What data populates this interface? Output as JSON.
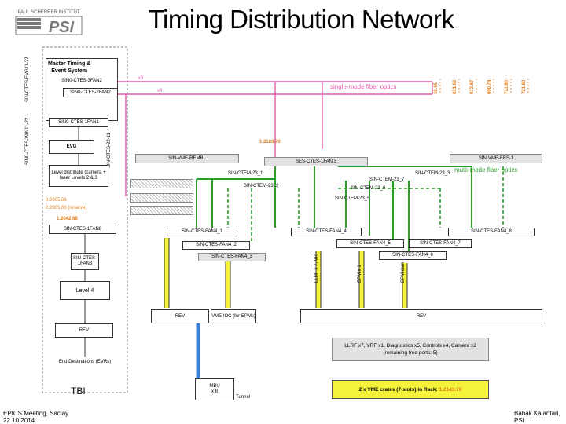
{
  "title": "Timing Distribution Network",
  "logo": {
    "line1": "PAUL SCHERRER INSTITUT",
    "mark": "PSI"
  },
  "footer": {
    "left_line1": "EPICS Meeting, Saclay",
    "left_line2": "22.10.2014",
    "right_line1": "Babak Kalantari,",
    "right_line2": "PSI"
  },
  "colors": {
    "pink": "#e05aa8",
    "green": "#2a9d2a",
    "yellow": "#f5f23a",
    "blue": "#3a7fd0",
    "orange": "#e07b1a"
  },
  "diagram": {
    "master_box": {
      "line1": "Master Timing &",
      "line2": "Event System"
    },
    "left_rotated": {
      "a": "SIN-CTES-EVG11-22",
      "b": "SIN0-CTES-VAN11-22",
      "c": "SIN-CTES-22-11"
    },
    "boxes": {
      "fan2_top": "SIN0-CTES-3FAN2",
      "fan2_b": "SIN0-CTES-2FAN2",
      "fan1": "SIN0-CTES-1FAN1",
      "evg": "EVG",
      "levels": "Level distribute (camera + laser Levels 2 & 3",
      "fan3": "SIN-CTES-1FAN3",
      "fanout_left": "SIN-CTES-1FAN8",
      "level4": "Level 4",
      "rev_left": "REV",
      "end_dest": "End Destinations (EVRs)",
      "vmsm": "SIN-VME-REMBL",
      "ses_fan3": "SES-CTES-1FAN 3",
      "vme_right": "SIN-VME-EES-1",
      "ctem1": "SIN-CTEM-23_1",
      "ctem2": "SIN-CTEM-23_2",
      "ctem3": "SIN-CTEM-23_3",
      "ctem_r1": "SIN-CTEM-23_7",
      "ctem_r2": "SIN-CTEM-23_6",
      "ctem_r3": "SIN-CTEM-23_5",
      "fan_1": "SIN-CTES-FAN4_1",
      "fan_2": "SIN-CTES-FAN4_2",
      "fan_3": "SIN-CTES-FAN4_3",
      "fan_4": "SIN-CTES-FAN4_4",
      "fan_5": "SIN-CTES-FAN4_5",
      "fan_6": "SIN-CTES-FAN4_6",
      "fan_7": "SIN-CTES-FAN4_7",
      "fan_8": "SIN-CTES-FAN4_8",
      "rev_mid": "REV",
      "vme_ioc": "VME IOC (for EPMs)",
      "rev_right": "REV",
      "mbu": "MBU",
      "x8": "x 8",
      "tunnel": "Tunnel",
      "tbi": "TBI"
    },
    "labels": {
      "x8_top": "x8",
      "x4": "x4",
      "single_mode": "single-mode fiber optics",
      "multi_mode": "multi-mode fiber optics",
      "pos1": "1.2183.70",
      "pos2": "0.2005.66",
      "pos3": "0.2005.66 (reserve)",
      "pos4": "1.2042.68",
      "dist1": "10.65",
      "dist2": "631.66",
      "dist3": "672.67",
      "dist4": "690.74",
      "dist5": "711.80",
      "dist6": "721.80",
      "llrf": "LLRF x 7, VRF",
      "bpm": "BPM x 1",
      "cam": "BPM cam"
    },
    "gray_panel": {
      "line1": "LLRF x7, VRF x1, Diagnostics x5, Controls x4, Camera x2",
      "line2": "(remaining free ports: 5)"
    },
    "crates": {
      "prefix": "2 x VME crates (7-slots) in Rack:",
      "rack": "1.2143.70"
    }
  }
}
